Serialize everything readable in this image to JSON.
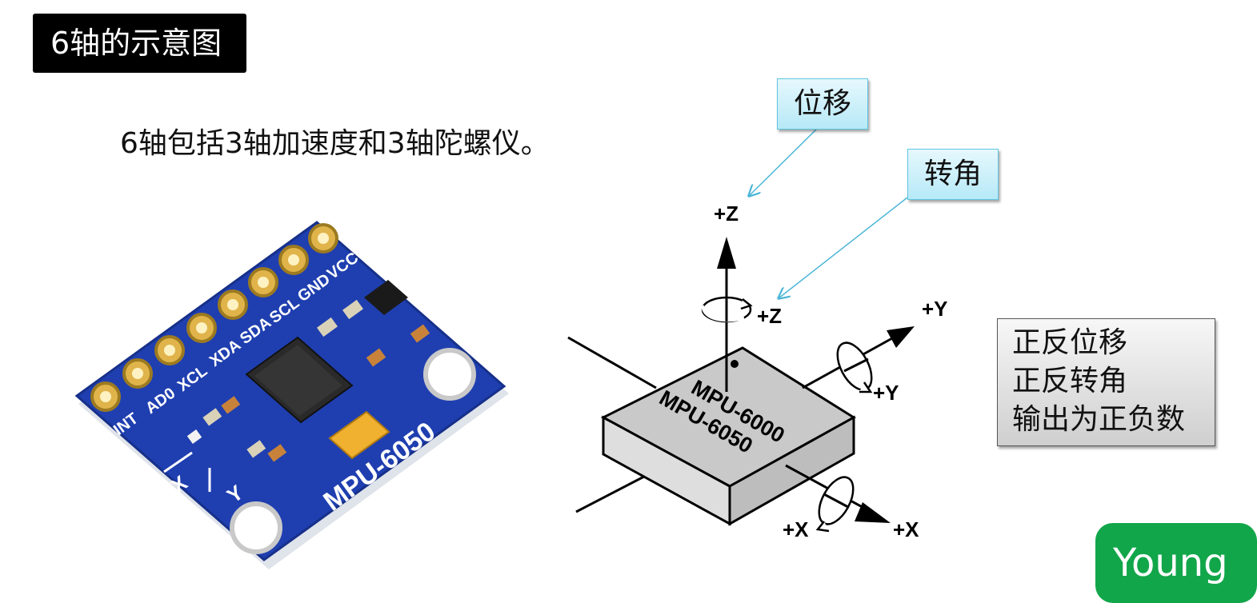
{
  "title": "6轴的示意图",
  "intro": "6轴包括3轴加速度和3轴陀螺仪。",
  "callouts": {
    "displacement": "位移",
    "rotation": "转角"
  },
  "axes": {
    "z_linear": "+Z",
    "z_rot": "+Z",
    "y_linear": "+Y",
    "y_rot": "+Y",
    "x_rot": "+X",
    "x_linear": "+X"
  },
  "chip": {
    "line1": "MPU-6000",
    "line2": "MPU-6050"
  },
  "board": {
    "pins": [
      "VCC",
      "GND",
      "SCL",
      "SDA",
      "XDA",
      "XCL",
      "AD0",
      "INT"
    ],
    "model": "MPU-6050",
    "axis_x": "X",
    "axis_y": "Y"
  },
  "notes": [
    "正反位移",
    "正反转角",
    "输出为正负数"
  ],
  "badge": "Young",
  "colors": {
    "pcb_blue": "#1f3fb0",
    "callout_fill": "#c8eff9",
    "badge_green": "#11a64a",
    "chip_gray": "#c9c9c9"
  }
}
